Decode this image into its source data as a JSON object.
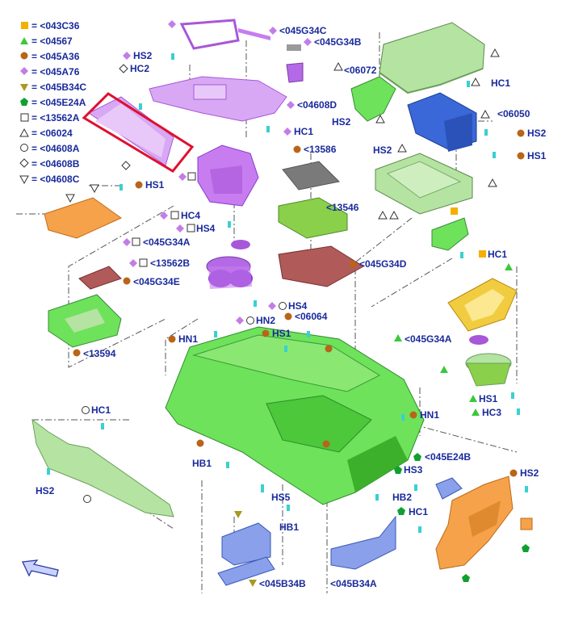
{
  "colors": {
    "label": "#1a2a9c",
    "orange_square": "#f2b100",
    "green_triangle": "#3bc83b",
    "brown_circle": "#b8651a",
    "violet_diamond": "#c37de6",
    "olive_down_triangle": "#a89a20",
    "green_pentagon": "#10a030",
    "highlight": "#e01030",
    "part_green": "#6ee25a",
    "part_light_green": "#b8e6a0",
    "part_violet": "#c77cf0",
    "part_orange": "#f5a24a",
    "part_blue": "#3a68d8",
    "part_light_blue": "#8aa0ea",
    "part_yellow": "#f2cc40",
    "part_red": "#b05a5a",
    "part_grey": "#7a7a7a"
  },
  "legend": [
    {
      "symbol": "orange-square",
      "text": "= <043C36"
    },
    {
      "symbol": "green-triangle",
      "text": "= <04567"
    },
    {
      "symbol": "brown-circle",
      "text": "= <045A36"
    },
    {
      "symbol": "violet-diamond",
      "text": "= <045A76"
    },
    {
      "symbol": "olive-down-triangle",
      "text": "= <045B34C"
    },
    {
      "symbol": "green-pentagon",
      "text": "= <045E24A"
    },
    {
      "symbol": "open-square",
      "text": "= <13562A"
    },
    {
      "symbol": "open-triangle",
      "text": "= <06024"
    },
    {
      "symbol": "open-circle",
      "text": "= <04608A"
    },
    {
      "symbol": "open-diamond",
      "text": "= <04608B"
    },
    {
      "symbol": "open-down-triangle",
      "text": "= <04608C"
    }
  ],
  "callouts": [
    {
      "text": "<045G34C"
    },
    {
      "text": "<045G34B"
    },
    {
      "text": "HS2"
    },
    {
      "text": "HC2"
    },
    {
      "text": "<06072"
    },
    {
      "text": "HC1"
    },
    {
      "text": "<04608D"
    },
    {
      "text": "<06050"
    },
    {
      "text": "HS2"
    },
    {
      "text": "HC1"
    },
    {
      "text": "HS2"
    },
    {
      "text": "<13586"
    },
    {
      "text": "HS2"
    },
    {
      "text": "HS1"
    },
    {
      "text": "HS1"
    },
    {
      "text": "<13546"
    },
    {
      "text": "HC4"
    },
    {
      "text": "HS4"
    },
    {
      "text": "<045G34A"
    },
    {
      "text": "HC1"
    },
    {
      "text": "<045G34D"
    },
    {
      "text": "<13562B"
    },
    {
      "text": "<045G34E"
    },
    {
      "text": "HS4"
    },
    {
      "text": "<06064"
    },
    {
      "text": "HN2"
    },
    {
      "text": "HN1"
    },
    {
      "text": "HS1"
    },
    {
      "text": "<045G34A"
    },
    {
      "text": "<13594"
    },
    {
      "text": "HS1"
    },
    {
      "text": "HC3"
    },
    {
      "text": "HC1"
    },
    {
      "text": "HN1"
    },
    {
      "text": "<045E24B"
    },
    {
      "text": "HB1"
    },
    {
      "text": "HS3"
    },
    {
      "text": "HS2"
    },
    {
      "text": "HS2"
    },
    {
      "text": "HS5"
    },
    {
      "text": "HB2"
    },
    {
      "text": "HC1"
    },
    {
      "text": "HB1"
    },
    {
      "text": "<045B34B"
    },
    {
      "text": "<045B34A"
    }
  ]
}
